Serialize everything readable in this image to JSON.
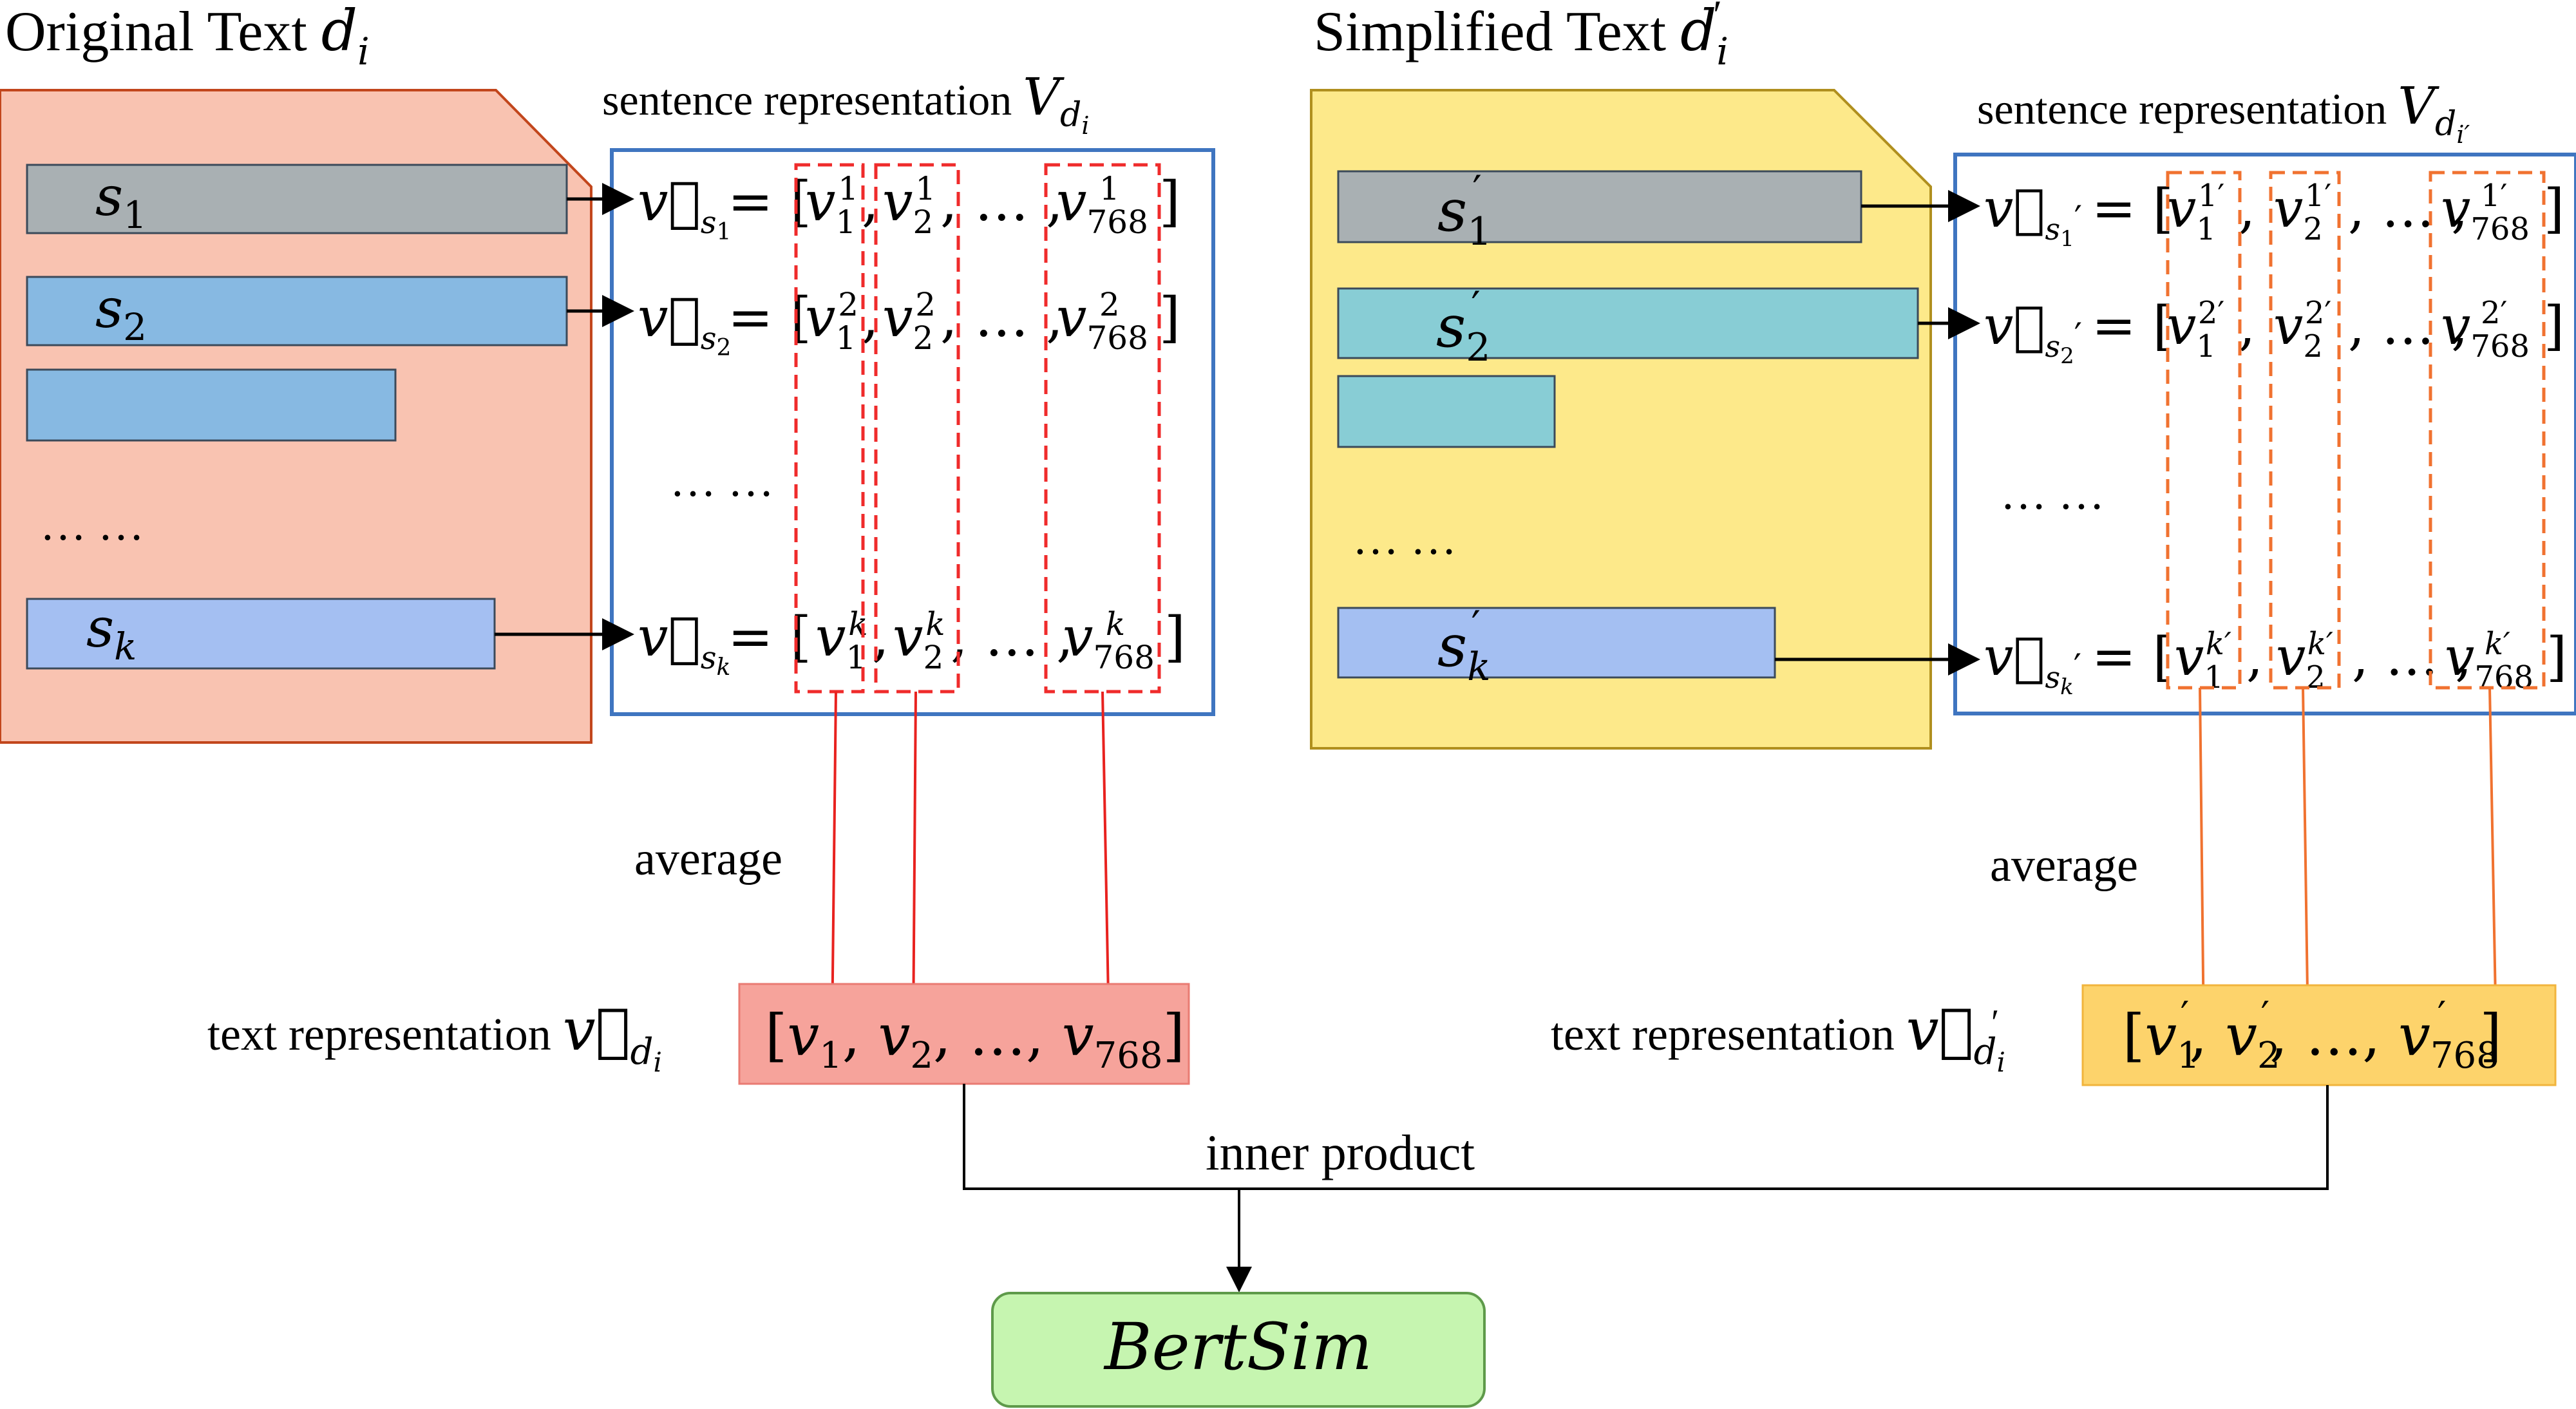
{
  "left": {
    "title": "Original Text ",
    "title_var": "d",
    "title_sub": "i",
    "rep_label": "sentence representation ",
    "rep_var": "V",
    "rep_sub": "d",
    "rep_subsub": "i",
    "sentences": [
      {
        "var": "s",
        "sub": "1"
      },
      {
        "var": "s",
        "sub": "2"
      },
      {
        "var": "s",
        "sub": "k"
      }
    ],
    "rows": [
      {
        "v": "v⃗",
        "vsub": "s",
        "vsubsub": "1",
        "sup": "1"
      },
      {
        "v": "v⃗",
        "vsub": "s",
        "vsubsub": "2",
        "sup": "2"
      },
      {
        "v": "v⃗",
        "vsub": "s",
        "vsubsub": "k",
        "sup": "k"
      }
    ],
    "dots_doc": "… …",
    "dots_rep": "… …",
    "average": "average",
    "text_rep_label": "text representation ",
    "text_rep_var": "v⃗",
    "text_rep_sub": "d",
    "text_rep_subsub": "i",
    "vector": [
      "[",
      "v",
      "1",
      ", ",
      "v",
      "2",
      ", …, ",
      "v",
      "768",
      "]"
    ]
  },
  "right": {
    "title": "Simplified Text ",
    "title_var": "d",
    "title_sub": "i",
    "title_prime": "′",
    "rep_label": "sentence representation ",
    "rep_var": "V",
    "rep_sub": "d",
    "rep_subsub": "i′",
    "sentences": [
      {
        "var": "s",
        "sub": "1",
        "prime": "′"
      },
      {
        "var": "s",
        "sub": "2",
        "prime": "′"
      },
      {
        "var": "s",
        "sub": "k",
        "prime": "′"
      }
    ],
    "rows": [
      {
        "v": "v⃗",
        "vsub": "s",
        "vsubsub": "1",
        "prime": "′",
        "sup": "1′"
      },
      {
        "v": "v⃗",
        "vsub": "s",
        "vsubsub": "2",
        "prime": "′",
        "sup": "2′"
      },
      {
        "v": "v⃗",
        "vsub": "s",
        "vsubsub": "k",
        "prime": "′",
        "sup": "k′"
      }
    ],
    "dots_doc": "… …",
    "dots_rep": "… …",
    "average": "average",
    "text_rep_label": "text representation ",
    "text_rep_var": "v⃗",
    "text_rep_sub": "d",
    "text_rep_subsub": "i",
    "text_rep_prime": "′",
    "vector": [
      "[",
      "v",
      "1",
      ", ",
      "v",
      "2",
      ", …, ",
      "v",
      "768",
      "]"
    ],
    "vector_prime": "′"
  },
  "combine_label": "inner product",
  "result": "BertSim",
  "colors": {
    "left_doc_fill": "#f9c3b1",
    "left_doc_stroke": "#c2461c",
    "right_doc_fill": "#fde98a",
    "right_doc_stroke": "#b08f1e",
    "rep_box_stroke": "#3f75c0",
    "bar_gray": "#a9b0b3",
    "bar_blue": "#87b9e2",
    "bar_teal": "#88cdd5",
    "bar_blue2": "#a4bff2",
    "left_avg_dash": "#ef2b2b",
    "right_avg_dash": "#f07230",
    "left_vec_fill": "#f6a39b",
    "right_vec_fill": "#fdd36b",
    "result_fill": "#c6f5b0",
    "result_stroke": "#5e9a4a"
  },
  "icons": [
    "arrow-right-icon",
    "arrow-down-icon",
    "document-icon"
  ]
}
